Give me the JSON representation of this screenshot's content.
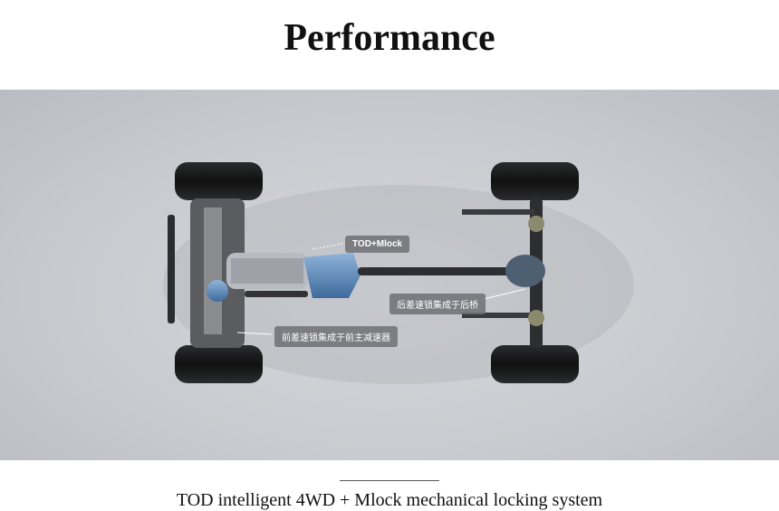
{
  "page_title": "Performance",
  "hero": {
    "labels": {
      "tod": "TOD+Mlock",
      "rear": "后差速锁集成于后桥",
      "front": "前差速锁集成于前主减速器"
    }
  },
  "caption": "TOD intelligent 4WD + Mlock mechanical locking system"
}
